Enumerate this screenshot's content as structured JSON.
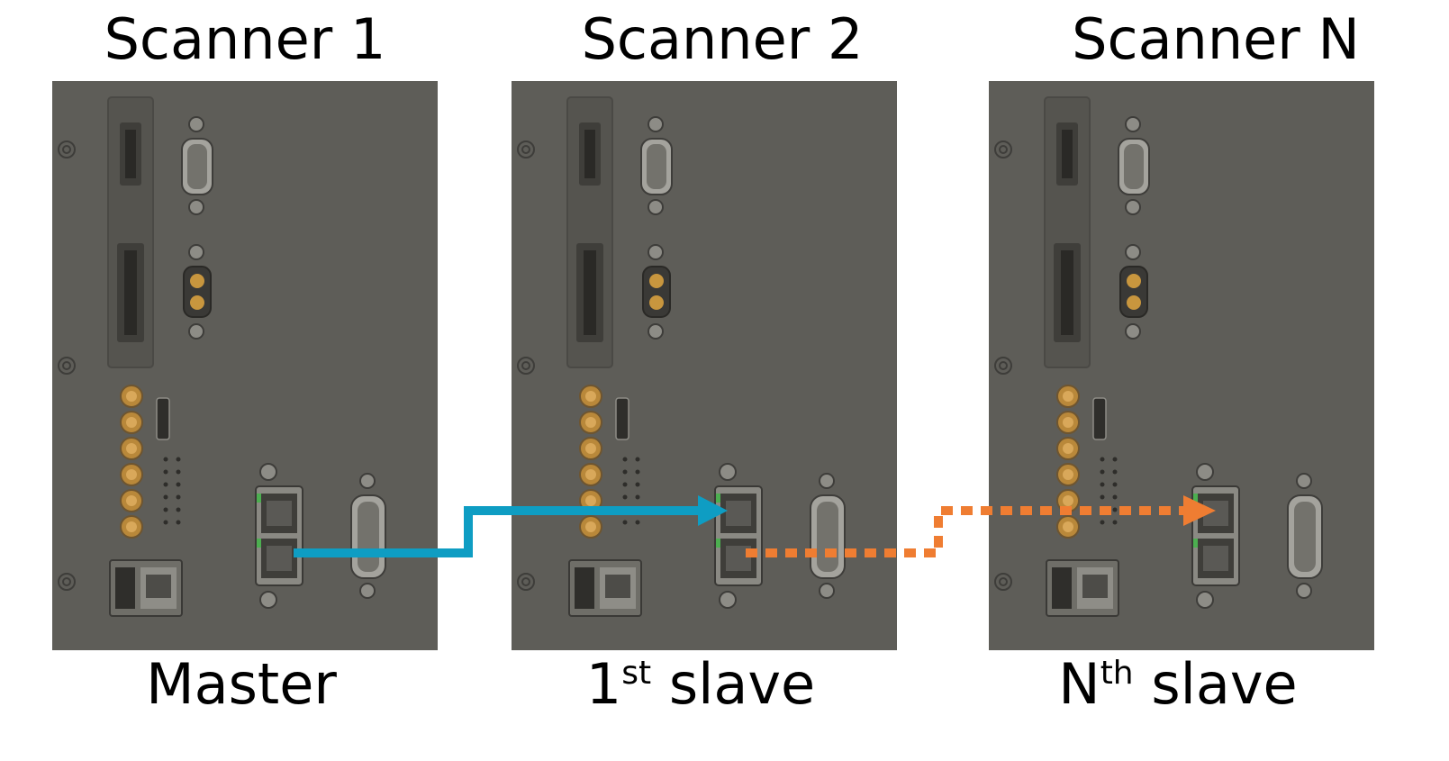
{
  "scanners": [
    {
      "title": "Scanner 1",
      "role": {
        "main": "Master",
        "sup": ""
      }
    },
    {
      "title": "Scanner 2",
      "role": {
        "main": "1",
        "sup": "st",
        "rest": " slave"
      }
    },
    {
      "title": "Scanner N",
      "role": {
        "main": "N",
        "sup": "th",
        "rest": " slave"
      }
    }
  ],
  "colors": {
    "panel": "#5e5d58",
    "master_link": "#0e9dc3",
    "chain_link": "#ef7d32",
    "port_gold": "#c8963e"
  }
}
